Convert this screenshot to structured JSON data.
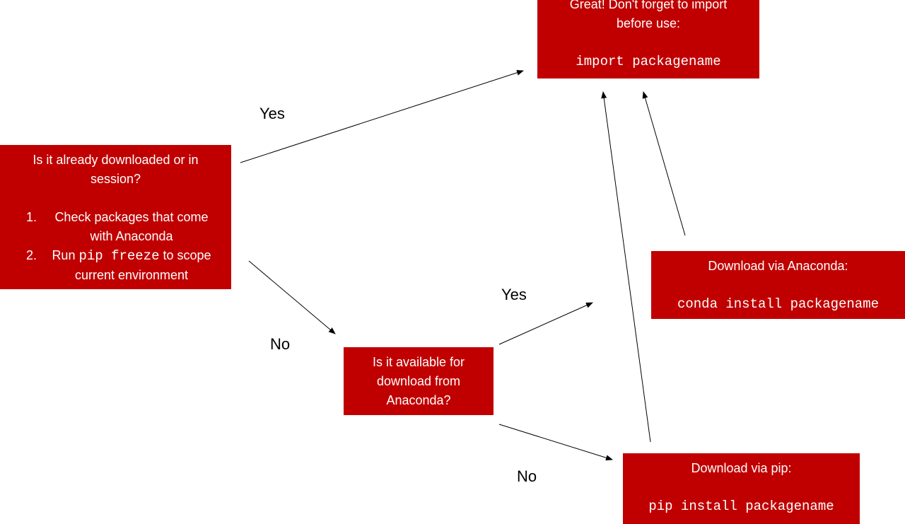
{
  "boxes": {
    "import": {
      "line1": "Great! Don't forget to import",
      "line2": "before use:",
      "code": "import packagename"
    },
    "check": {
      "title": "Is it already downloaded or in session?",
      "items": [
        {
          "num": "1.",
          "text": "Check packages that come with Anaconda"
        },
        {
          "num": "2.",
          "pre": "Run ",
          "code": "pip freeze",
          "post": " to scope current environment"
        }
      ]
    },
    "available": {
      "text": "Is it available for download from Anaconda?"
    },
    "conda": {
      "title": "Download via Anaconda:",
      "code": "conda install packagename"
    },
    "pip": {
      "title": "Download via pip:",
      "code": "pip install packagename"
    }
  },
  "labels": {
    "yes_top": "Yes",
    "no_left": "No",
    "yes_mid": "Yes",
    "no_bottom": "No"
  },
  "colors": {
    "box": "#c00000",
    "arrow": "#000000"
  }
}
